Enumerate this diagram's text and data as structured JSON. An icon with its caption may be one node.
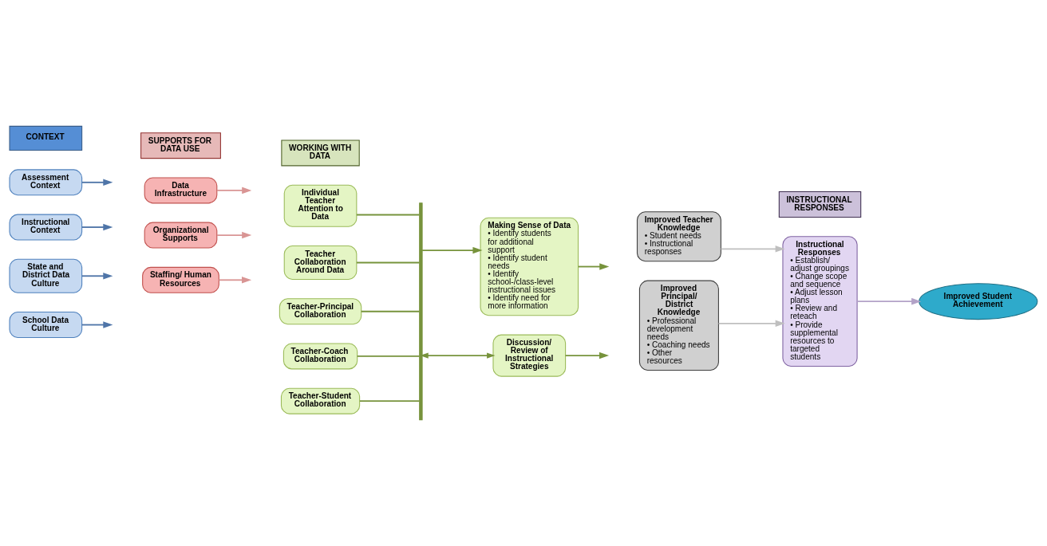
{
  "diagram": {
    "nodes": [
      {
        "text": [
          "CONTEXT"
        ]
      },
      {
        "text": [
          "SUPPORTS FOR DATA USE"
        ]
      },
      {
        "text": [
          "WORKING WITH DATA"
        ]
      },
      {
        "text": [
          "INSTRUCTIONAL RESPONSES"
        ]
      },
      {
        "text": [
          "Assessment Context"
        ]
      },
      {
        "text": [
          "Instructional Context"
        ]
      },
      {
        "text": [
          "State and District Data Culture"
        ]
      },
      {
        "text": [
          "School Data Culture"
        ]
      },
      {
        "text": [
          "Data Infrastructure"
        ]
      },
      {
        "text": [
          "Organizational Supports"
        ]
      },
      {
        "text": [
          "Staffing/ Human Resources"
        ]
      },
      {
        "text": [
          "Individual Teacher Attention to Data"
        ]
      },
      {
        "text": [
          "Teacher Collaboration Around Data"
        ]
      },
      {
        "text": [
          "Teacher-Principal Collaboration"
        ]
      },
      {
        "text": [
          "Teacher-Coach Collaboration"
        ]
      },
      {
        "text": [
          "Teacher-Student Collaboration"
        ]
      },
      {
        "text": [
          "Making Sense of Data",
          "• Identify students for additional support",
          "• Identify student needs",
          "• Identify school-/class-level instructional issues",
          "• Identify need for more information"
        ]
      },
      {
        "text": [
          "Discussion/ Review of Instructional Strategies"
        ]
      },
      {
        "text": [
          "Improved Teacher Knowledge",
          "• Student needs",
          "• Instructional responses"
        ]
      },
      {
        "text": [
          "Improved Principal/ District Knowledge",
          "• Professional development needs",
          "• Coaching needs",
          "• Other resources"
        ]
      },
      {
        "text": [
          "Instructional Responses",
          "• Establish/ adjust groupings",
          "• Change scope and sequence",
          "• Adjust lesson plans",
          "• Review and reteach",
          "• Provide supplemental resources to targeted students"
        ]
      },
      {
        "text": [
          "Improved Student Achievement"
        ]
      },
      {
        "text": [],
        "shape": "bar"
      }
    ],
    "edges": [
      {
        "from": 4,
        "to": null,
        "arrow": "to",
        "color": "#4f75a8"
      },
      {
        "from": 5,
        "to": null,
        "arrow": "to",
        "color": "#4f75a8"
      },
      {
        "from": 6,
        "to": null,
        "arrow": "to",
        "color": "#4f75a8"
      },
      {
        "from": 7,
        "to": null,
        "arrow": "to",
        "color": "#4f75a8"
      },
      {
        "from": 8,
        "to": null,
        "arrow": "to",
        "color": "#d99594"
      },
      {
        "from": 9,
        "to": null,
        "arrow": "to",
        "color": "#d99594"
      },
      {
        "from": 10,
        "to": null,
        "arrow": "to",
        "color": "#d99594"
      },
      {
        "from": 11,
        "to": 22,
        "arrow": "none"
      },
      {
        "from": 12,
        "to": 22,
        "arrow": "none"
      },
      {
        "from": 13,
        "to": 22,
        "arrow": "none"
      },
      {
        "from": 14,
        "to": 22,
        "arrow": "none"
      },
      {
        "from": 15,
        "to": 22,
        "arrow": "none"
      },
      {
        "from": 22,
        "to": 16,
        "arrow": "to"
      },
      {
        "from": 22,
        "to": 17,
        "arrow": "both"
      },
      {
        "from": 16,
        "to": null,
        "arrow": "to"
      },
      {
        "from": 17,
        "to": null,
        "arrow": "to"
      },
      {
        "from": 18,
        "to": 20,
        "arrow": "to",
        "color": "#bfbfbf"
      },
      {
        "from": 19,
        "to": 20,
        "arrow": "to",
        "color": "#bfbfbf"
      },
      {
        "from": 20,
        "to": 21,
        "arrow": "to",
        "color": "#b3a2c7"
      }
    ]
  }
}
